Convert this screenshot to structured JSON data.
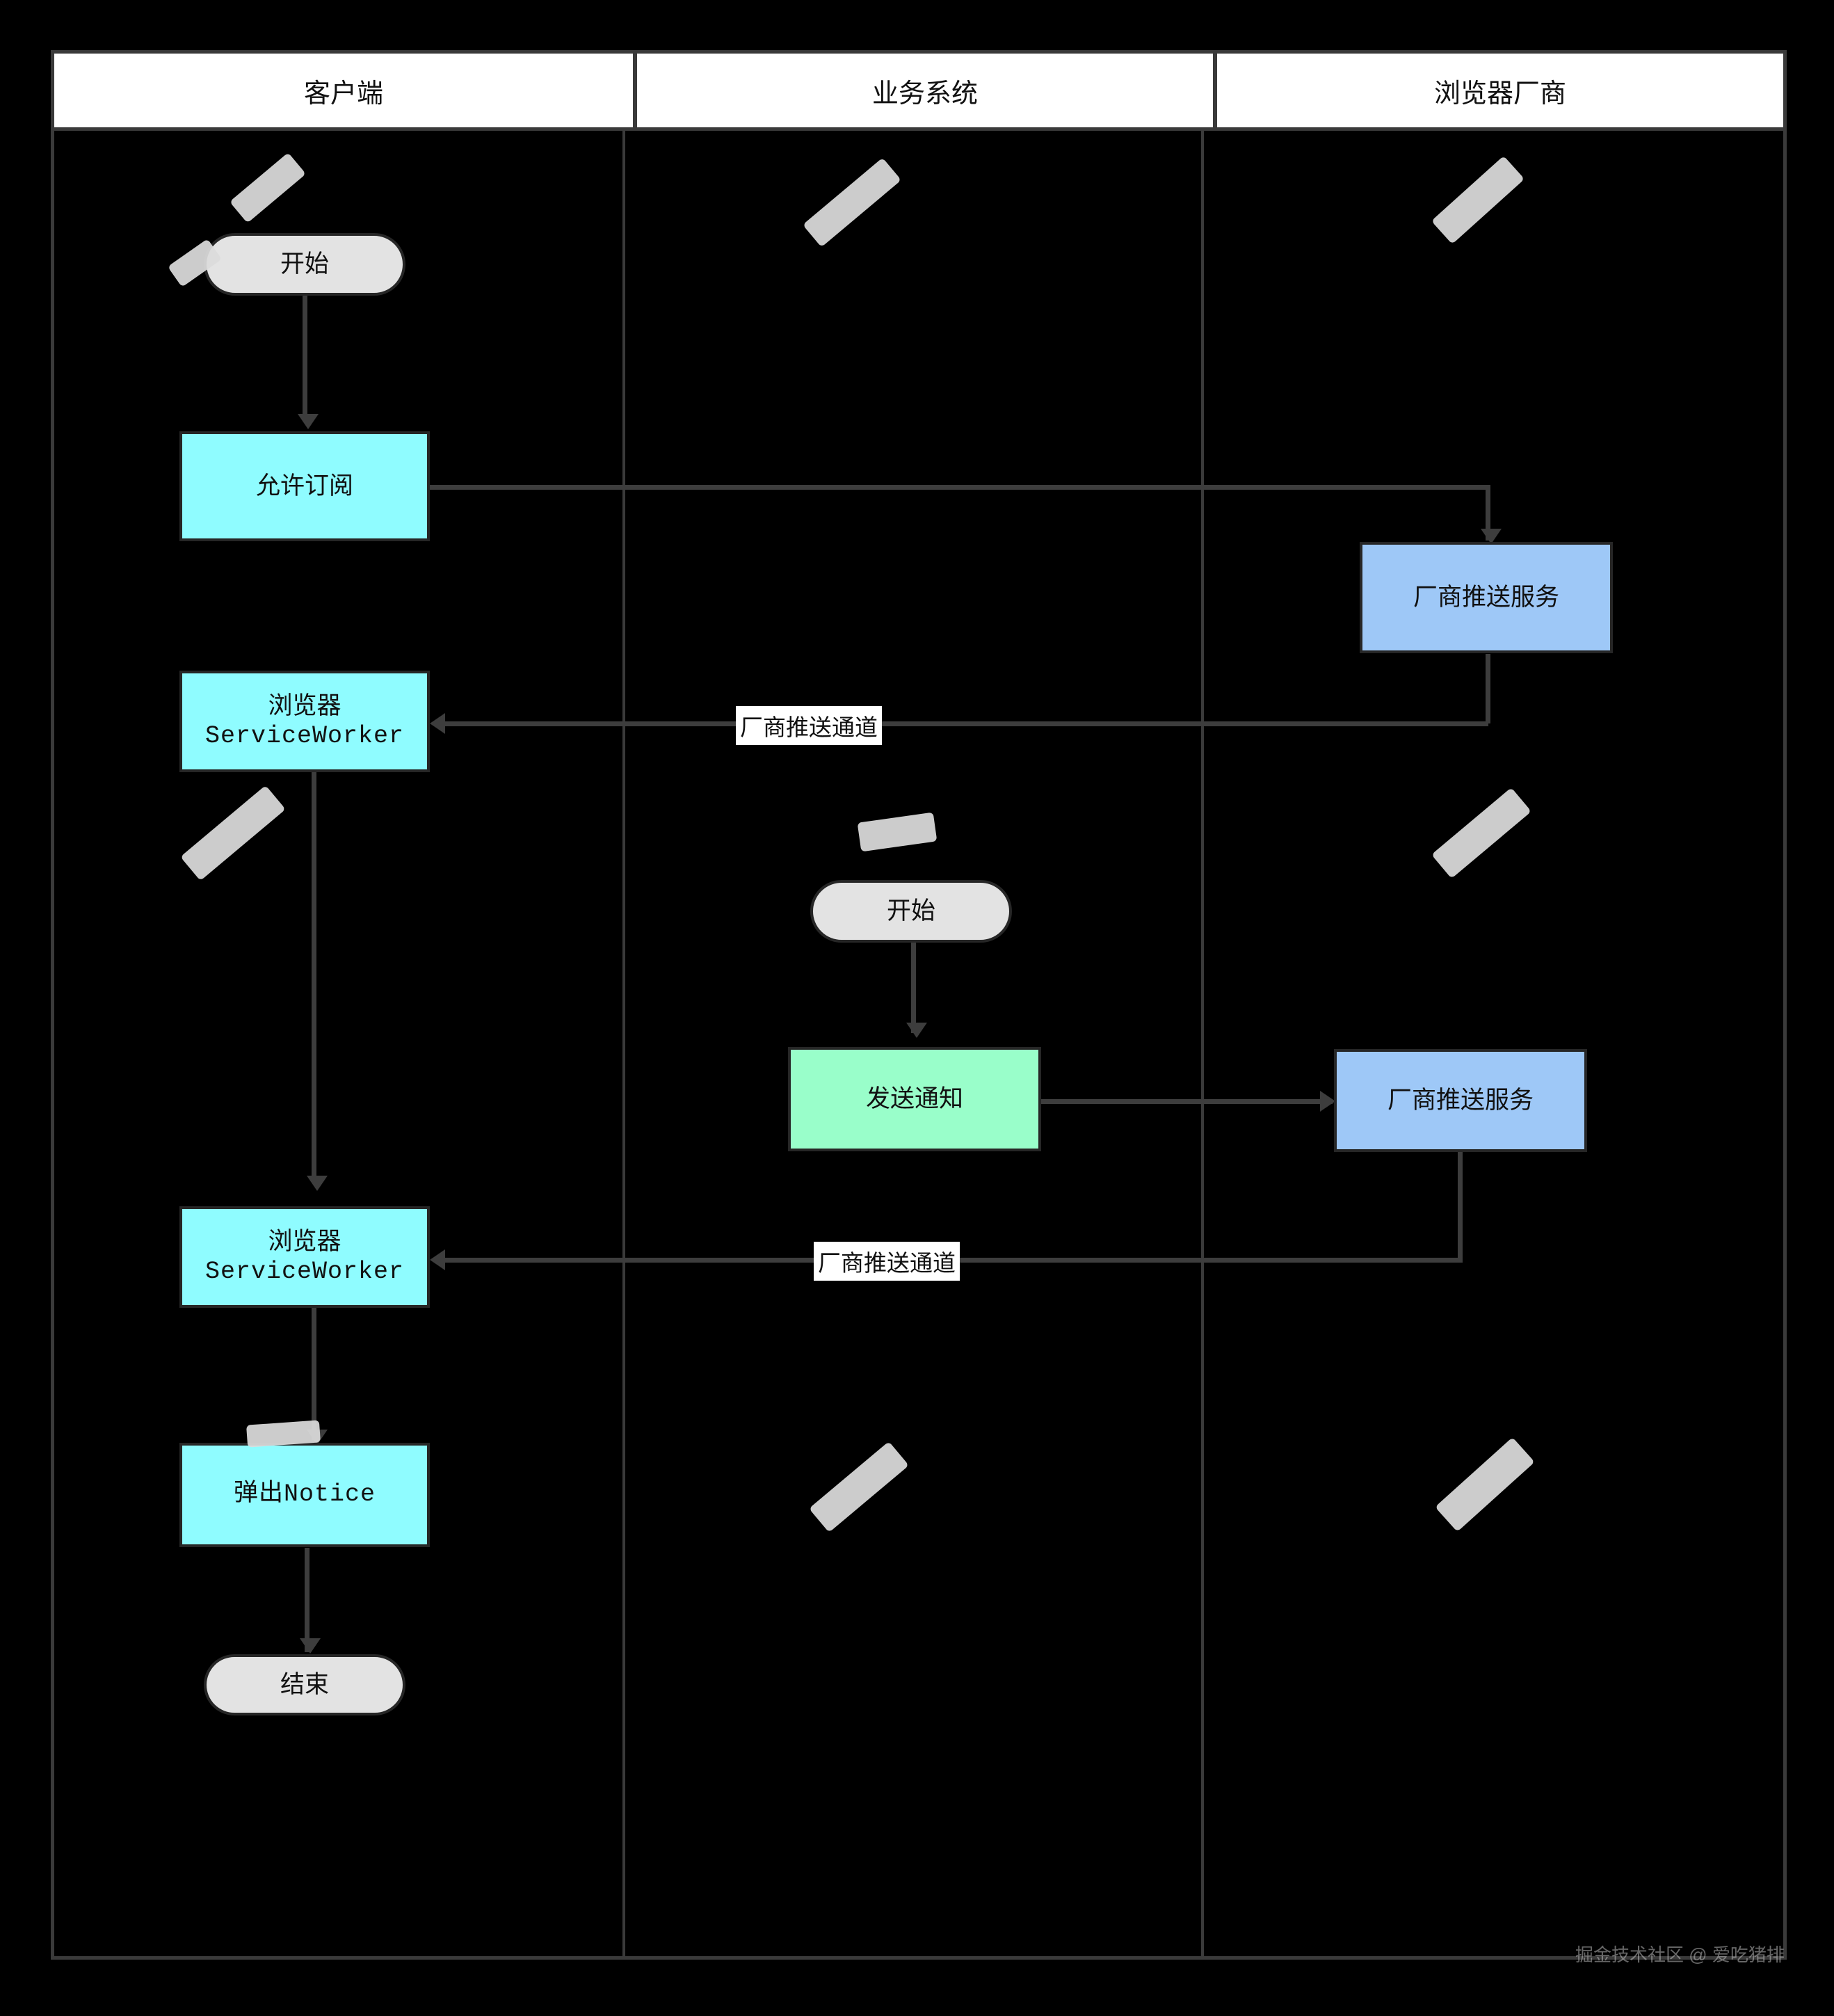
{
  "diagram": {
    "type": "swimlane-flowchart",
    "lanes": [
      {
        "id": "client",
        "label": "客户端"
      },
      {
        "id": "business",
        "label": "业务系统"
      },
      {
        "id": "vendor",
        "label": "浏览器厂商"
      }
    ],
    "nodes": [
      {
        "id": "start1",
        "lane": "client",
        "shape": "terminal",
        "color": "#e3e3e3",
        "line1": "开始",
        "line2": ""
      },
      {
        "id": "allow",
        "lane": "client",
        "shape": "process",
        "color": "#8ffcff",
        "line1": "允许订阅",
        "line2": ""
      },
      {
        "id": "sw1",
        "lane": "client",
        "shape": "process",
        "color": "#8ffcff",
        "line1": "浏览器",
        "line2": "ServiceWorker"
      },
      {
        "id": "sw2",
        "lane": "client",
        "shape": "process",
        "color": "#8ffcff",
        "line1": "浏览器",
        "line2": "ServiceWorker"
      },
      {
        "id": "notice",
        "lane": "client",
        "shape": "process",
        "color": "#8ffcff",
        "line1": "弹出Notice",
        "line2": ""
      },
      {
        "id": "end1",
        "lane": "client",
        "shape": "terminal",
        "color": "#e3e3e3",
        "line1": "结束",
        "line2": ""
      },
      {
        "id": "start2",
        "lane": "business",
        "shape": "terminal",
        "color": "#e3e3e3",
        "line1": "开始",
        "line2": ""
      },
      {
        "id": "send",
        "lane": "business",
        "shape": "process",
        "color": "#99feca",
        "line1": "发送通知",
        "line2": ""
      },
      {
        "id": "push1",
        "lane": "vendor",
        "shape": "process",
        "color": "#9ec8f7",
        "line1": "厂商推送服务",
        "line2": ""
      },
      {
        "id": "push2",
        "lane": "vendor",
        "shape": "process",
        "color": "#9ec8f7",
        "line1": "厂商推送服务",
        "line2": ""
      }
    ],
    "edges": [
      {
        "from": "start1",
        "to": "allow",
        "label": ""
      },
      {
        "from": "allow",
        "to": "push1",
        "label": ""
      },
      {
        "from": "push1",
        "to": "sw1",
        "label": "厂商推送通道"
      },
      {
        "from": "sw1",
        "to": "sw2",
        "label": ""
      },
      {
        "from": "start2",
        "to": "send",
        "label": ""
      },
      {
        "from": "send",
        "to": "push2",
        "label": ""
      },
      {
        "from": "push2",
        "to": "sw2",
        "label": "厂商推送通道"
      },
      {
        "from": "sw2",
        "to": "notice",
        "label": ""
      },
      {
        "from": "notice",
        "to": "end1",
        "label": ""
      }
    ],
    "edge_labels": {
      "upper_channel": "厂商推送通道",
      "lower_channel": "厂商推送通道"
    },
    "watermark": "掘金技术社区 @ 爱吃猪排"
  }
}
